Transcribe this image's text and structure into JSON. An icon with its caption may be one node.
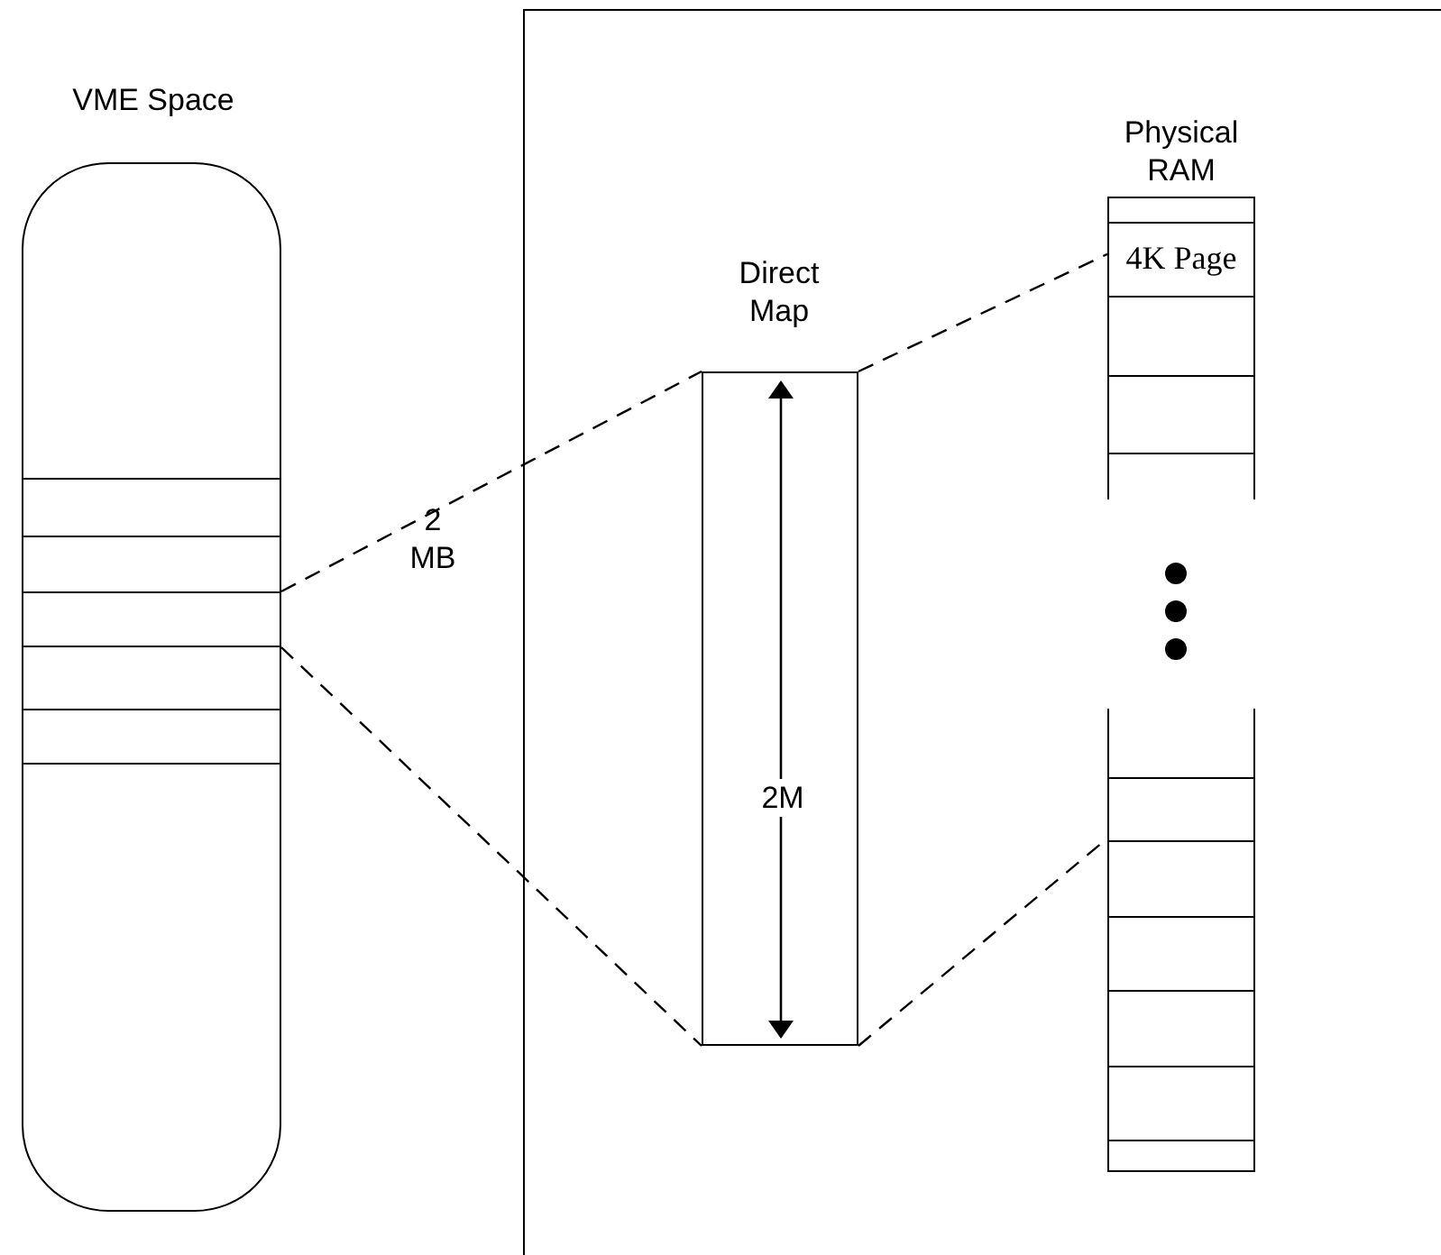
{
  "diagram": {
    "nodes": [
      {
        "text": [
          "VME Space"
        ]
      },
      {
        "text": [],
        "shape": "box",
        "in": 0
      },
      {
        "text": [],
        "shape": "box",
        "in": 0
      },
      {
        "text": [],
        "shape": "box",
        "in": 0
      },
      {
        "text": [],
        "shape": "box"
      },
      {
        "text": [
          "Direct Map"
        ],
        "in": 4
      },
      {
        "text": [
          "Physical RAM"
        ],
        "in": 4
      },
      {
        "text": [
          "4K Page"
        ],
        "in": 6
      },
      {
        "text": [],
        "shape": "box",
        "in": 4
      }
    ],
    "edges": [
      {
        "from": 2,
        "to": 5,
        "arrow": "none",
        "style": "dashed"
      },
      {
        "from": 2,
        "to": 5,
        "arrow": "none",
        "style": "dashed"
      },
      {
        "from": 5,
        "to": 6,
        "arrow": "none",
        "style": "dashed"
      },
      {
        "from": 5,
        "to": 8,
        "arrow": "none",
        "style": "dashed"
      }
    ],
    "labels": [
      "2 MB",
      "2M"
    ]
  }
}
